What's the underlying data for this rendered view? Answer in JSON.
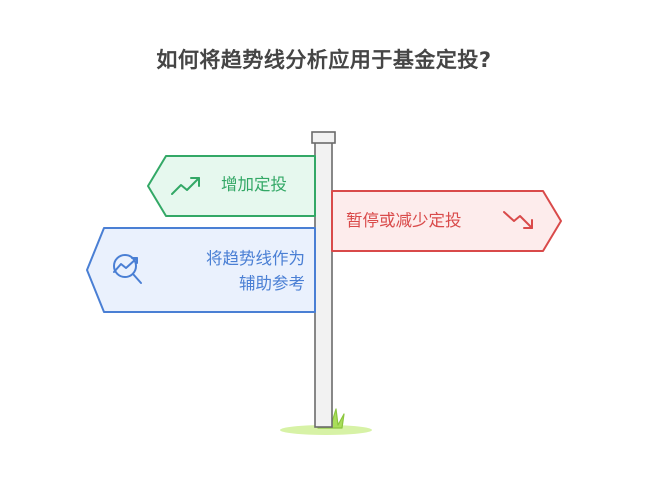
{
  "title": "如何将趋势线分析应用于基金定投?",
  "signs": {
    "increase": {
      "label": "增加定投",
      "icon": "trend-up-icon",
      "color": "#33a866",
      "fill": "#e6f8ee"
    },
    "pause": {
      "label": "暂停或减少定投",
      "icon": "trend-down-icon",
      "color": "#d94a4a",
      "fill": "#fdecec"
    },
    "reference": {
      "label": "将趋势线作为辅助参考",
      "icon": "chart-magnify-icon",
      "color": "#4a7fd4",
      "fill": "#eaf1fd"
    }
  }
}
